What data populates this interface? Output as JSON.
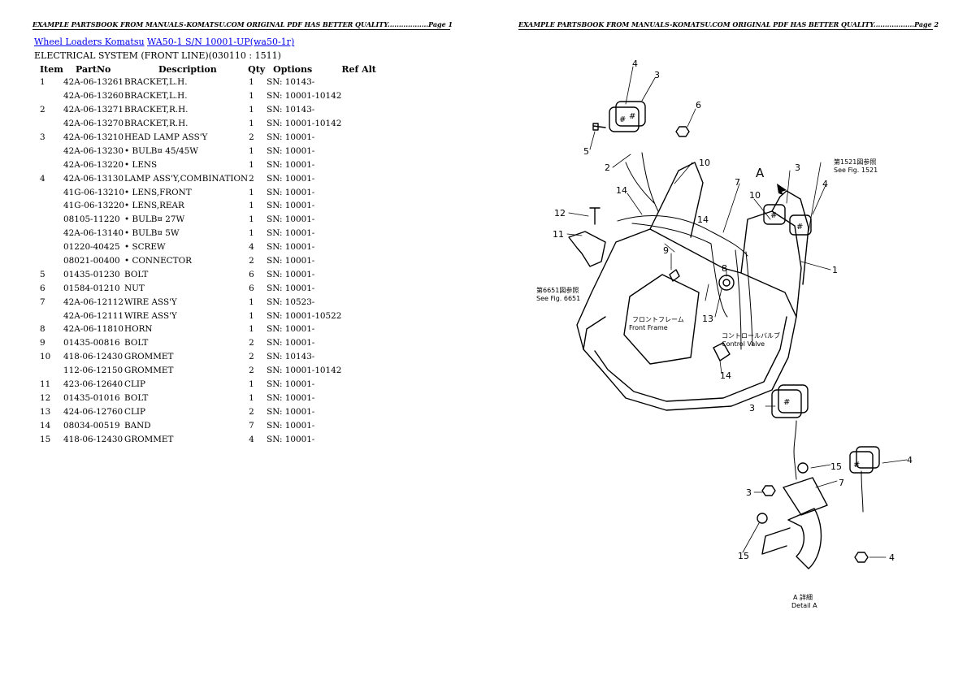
{
  "header": {
    "page1": "EXAMPLE PARTSBOOK FROM MANUALS-KOMATSU.COM ORIGINAL PDF HAS BETTER QUALITY..................Page 1",
    "page2": "EXAMPLE PARTSBOOK FROM MANUALS-KOMATSU.COM ORIGINAL PDF HAS BETTER QUALITY..................Page 2"
  },
  "breadcrumb": {
    "link1": "Wheel Loaders Komatsu",
    "link2": "WA50-1 S/N 10001-UP(wa50-1r)"
  },
  "subtitle": "ELECTRICAL SYSTEM (FRONT LINE)(030110 : 1511)",
  "table": {
    "headers": [
      "Item",
      "PartNo",
      "Description",
      "Qty",
      "Options",
      "Ref Alt"
    ],
    "rows": [
      {
        "item": "1",
        "part": "42A-06-13261",
        "desc": "BRACKET,L.H.",
        "qty": "1",
        "opt": "SN: 10143-"
      },
      {
        "item": "",
        "part": "42A-06-13260",
        "desc": "BRACKET,L.H.",
        "qty": "1",
        "opt": "SN: 10001-10142"
      },
      {
        "item": "2",
        "part": "42A-06-13271",
        "desc": "BRACKET,R.H.",
        "qty": "1",
        "opt": "SN: 10143-"
      },
      {
        "item": "",
        "part": "42A-06-13270",
        "desc": "BRACKET,R.H.",
        "qty": "1",
        "opt": "SN: 10001-10142"
      },
      {
        "item": "3",
        "part": "42A-06-13210",
        "desc": "HEAD LAMP ASS'Y",
        "qty": "2",
        "opt": "SN: 10001-"
      },
      {
        "item": "",
        "part": "42A-06-13230",
        "desc": "• BULB¤ 45/45W",
        "qty": "1",
        "opt": "SN: 10001-"
      },
      {
        "item": "",
        "part": "42A-06-13220",
        "desc": "• LENS",
        "qty": "1",
        "opt": "SN: 10001-"
      },
      {
        "item": "4",
        "part": "42A-06-13130",
        "desc": "LAMP ASS'Y,COMBINATION",
        "qty": "2",
        "opt": "SN: 10001-"
      },
      {
        "item": "",
        "part": "41G-06-13210",
        "desc": "• LENS,FRONT",
        "qty": "1",
        "opt": "SN: 10001-"
      },
      {
        "item": "",
        "part": "41G-06-13220",
        "desc": "• LENS,REAR",
        "qty": "1",
        "opt": "SN: 10001-"
      },
      {
        "item": "",
        "part": "08105-11220",
        "desc": " • BULB¤ 27W",
        "qty": "1",
        "opt": "SN: 10001-"
      },
      {
        "item": "",
        "part": "42A-06-13140",
        "desc": "• BULB¤ 5W",
        "qty": "1",
        "opt": "SN: 10001-"
      },
      {
        "item": "",
        "part": "01220-40425",
        "desc": " • SCREW",
        "qty": "4",
        "opt": "SN: 10001-"
      },
      {
        "item": "",
        "part": "08021-00400",
        "desc": " • CONNECTOR",
        "qty": "2",
        "opt": "SN: 10001-"
      },
      {
        "item": "5",
        "part": "01435-01230",
        "desc": " BOLT",
        "qty": "6",
        "opt": "SN: 10001-"
      },
      {
        "item": "6",
        "part": "01584-01210",
        "desc": " NUT",
        "qty": "6",
        "opt": "SN: 10001-"
      },
      {
        "item": "7",
        "part": "42A-06-12112",
        "desc": "WIRE ASS'Y",
        "qty": "1",
        "opt": "SN: 10523-"
      },
      {
        "item": "",
        "part": "42A-06-12111",
        "desc": "WIRE ASS'Y",
        "qty": "1",
        "opt": "SN: 10001-10522"
      },
      {
        "item": "8",
        "part": "42A-06-11810",
        "desc": "HORN",
        "qty": "1",
        "opt": "SN: 10001-"
      },
      {
        "item": "9",
        "part": "01435-00816",
        "desc": " BOLT",
        "qty": "2",
        "opt": "SN: 10001-"
      },
      {
        "item": "10",
        "part": "418-06-12430",
        "desc": "GROMMET",
        "qty": "2",
        "opt": "SN: 10143-"
      },
      {
        "item": "",
        "part": "112-06-12150",
        "desc": "GROMMET",
        "qty": "2",
        "opt": "SN: 10001-10142"
      },
      {
        "item": "11",
        "part": "423-06-12640",
        "desc": "CLIP",
        "qty": "1",
        "opt": "SN: 10001-"
      },
      {
        "item": "12",
        "part": "01435-01016",
        "desc": " BOLT",
        "qty": "1",
        "opt": "SN: 10001-"
      },
      {
        "item": "13",
        "part": "424-06-12760",
        "desc": "CLIP",
        "qty": "2",
        "opt": "SN: 10001-"
      },
      {
        "item": "14",
        "part": "08034-00519",
        "desc": " BAND",
        "qty": "7",
        "opt": "SN: 10001-"
      },
      {
        "item": "15",
        "part": "418-06-12430",
        "desc": "GROMMET",
        "qty": "4",
        "opt": "SN: 10001-"
      }
    ]
  },
  "diagram": {
    "callouts": [
      "1",
      "2",
      "3",
      "4",
      "5",
      "6",
      "7",
      "8",
      "9",
      "10",
      "11",
      "12",
      "13",
      "14",
      "15"
    ],
    "detail_letter": "A",
    "ref_1521_jp": "第1521図参照",
    "ref_1521": "See Fig. 1521",
    "ref_6651_jp": "第6651図参照",
    "ref_6651": "See Fig. 6651",
    "front_frame_jp": "フロントフレーム",
    "front_frame": "Front Frame",
    "control_valve_jp": "コントロールバルブ",
    "control_valve": "Control Valve",
    "detail_jp": "A 詳細",
    "detail": "Detail A",
    "lamp_mark": "#"
  }
}
